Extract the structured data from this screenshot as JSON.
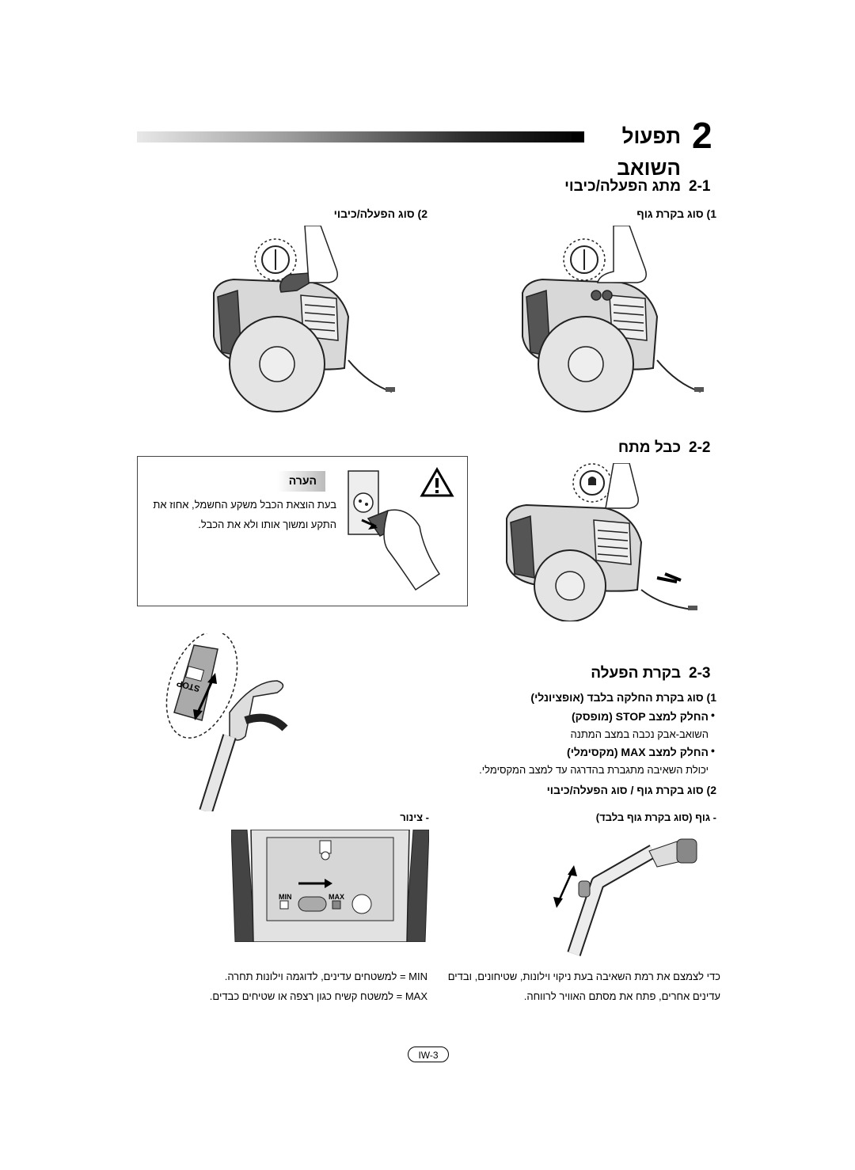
{
  "header": {
    "number": "2",
    "title": "תפעול השואב"
  },
  "section_1": {
    "heading": "מתג הפעלה/כיבוי",
    "number": "2-1",
    "step_1": "1) סוג בקרת גוף",
    "step_2": "2) סוג הפעלה/כיבוי"
  },
  "section_2": {
    "heading": "כבל מתח",
    "number": "2-2",
    "note_title": "הערה",
    "note_line_1": "בעת הוצאת הכבל משקע החשמל, אחוז את",
    "note_line_2": "התקע ומשוך אותו ולא את הכבל."
  },
  "section_3": {
    "heading": "בקרת הפעלה",
    "number": "2-3",
    "sub_1": "1) סוג בקרת החלקה בלבד (אופציונלי)",
    "bullet_1": "החלק למצב STOP (מופסק)",
    "bullet_1_text": "השואב-אבק נכבה במצב המתנה",
    "bullet_2": "החלק למצב MAX (מקסימלי)",
    "bullet_2_text": "יכולת השאיבה מתגברת בהדרגה עד למצב המקסימלי.",
    "sub_2": "2) סוג בקרת גוף / סוג הפעלה/כיבוי",
    "item_body": "- גוף (סוג בקרת גוף בלבד)",
    "item_pipe": "- צינור"
  },
  "footer_text": {
    "left_1": "MIN = למשטחים עדינים, לדוגמה וילונות תחרה.",
    "left_2": "MAX = למשטח קשיח כגון רצפה או שטיחים כבדים.",
    "right_1": "כדי לצמצם את רמת השאיבה בעת ניקוי וילונות, שטיחונים, ובדים",
    "right_2": "עדינים אחרים, פתח את מסתם האוויר לרווחה."
  },
  "illustration_labels": {
    "min": "MIN",
    "max": "MAX",
    "stop": "STOP"
  },
  "page_number": "IW-3"
}
